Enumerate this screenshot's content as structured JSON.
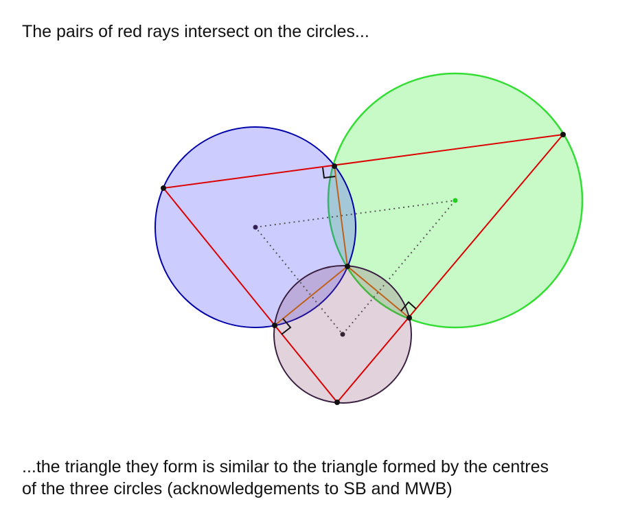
{
  "caption_top": "The pairs of red rays intersect on the circles...",
  "caption_bottom_line1": "...the triangle they form is similar to the triangle formed by the centres",
  "caption_bottom_line2": "of the three circles (acknowledgements to SB and MWB)",
  "colors": {
    "blue_circle": "#0000aa",
    "blue_fill": "#c8c8ff",
    "green_circle": "#33dd33",
    "green_fill": "#c8f8c8",
    "purple_circle": "#3a2040",
    "purple_fill": "#e0d0dc",
    "red_ray": "#dd0000",
    "orange_segment": "#c06018"
  }
}
